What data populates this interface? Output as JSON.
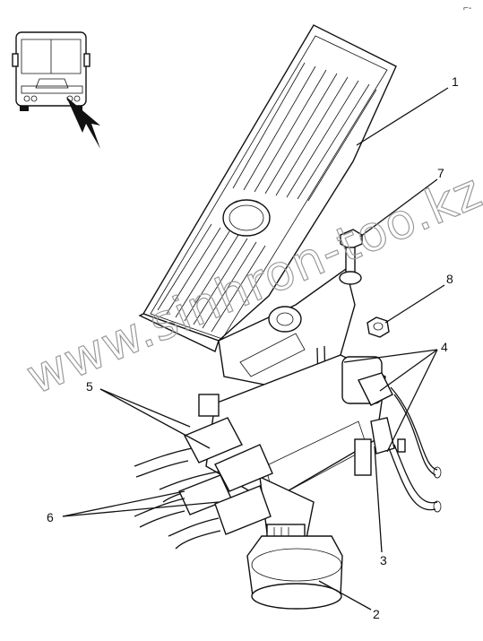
{
  "diagram": {
    "corner_mark": "⌐-",
    "watermark": "www.sinhron-too.kz",
    "callouts": [
      {
        "id": "callout-1",
        "label": "1"
      },
      {
        "id": "callout-2",
        "label": "2"
      },
      {
        "id": "callout-3",
        "label": "3"
      },
      {
        "id": "callout-4",
        "label": "4"
      },
      {
        "id": "callout-5",
        "label": "5"
      },
      {
        "id": "callout-6",
        "label": "6"
      },
      {
        "id": "callout-7",
        "label": "7"
      },
      {
        "id": "callout-8",
        "label": "8"
      }
    ],
    "icons": [
      "bus-locator-icon",
      "pointer-arrow-icon"
    ],
    "colors": {
      "line": "#111111",
      "watermark": "#9a9a9a",
      "background": "#ffffff"
    }
  }
}
